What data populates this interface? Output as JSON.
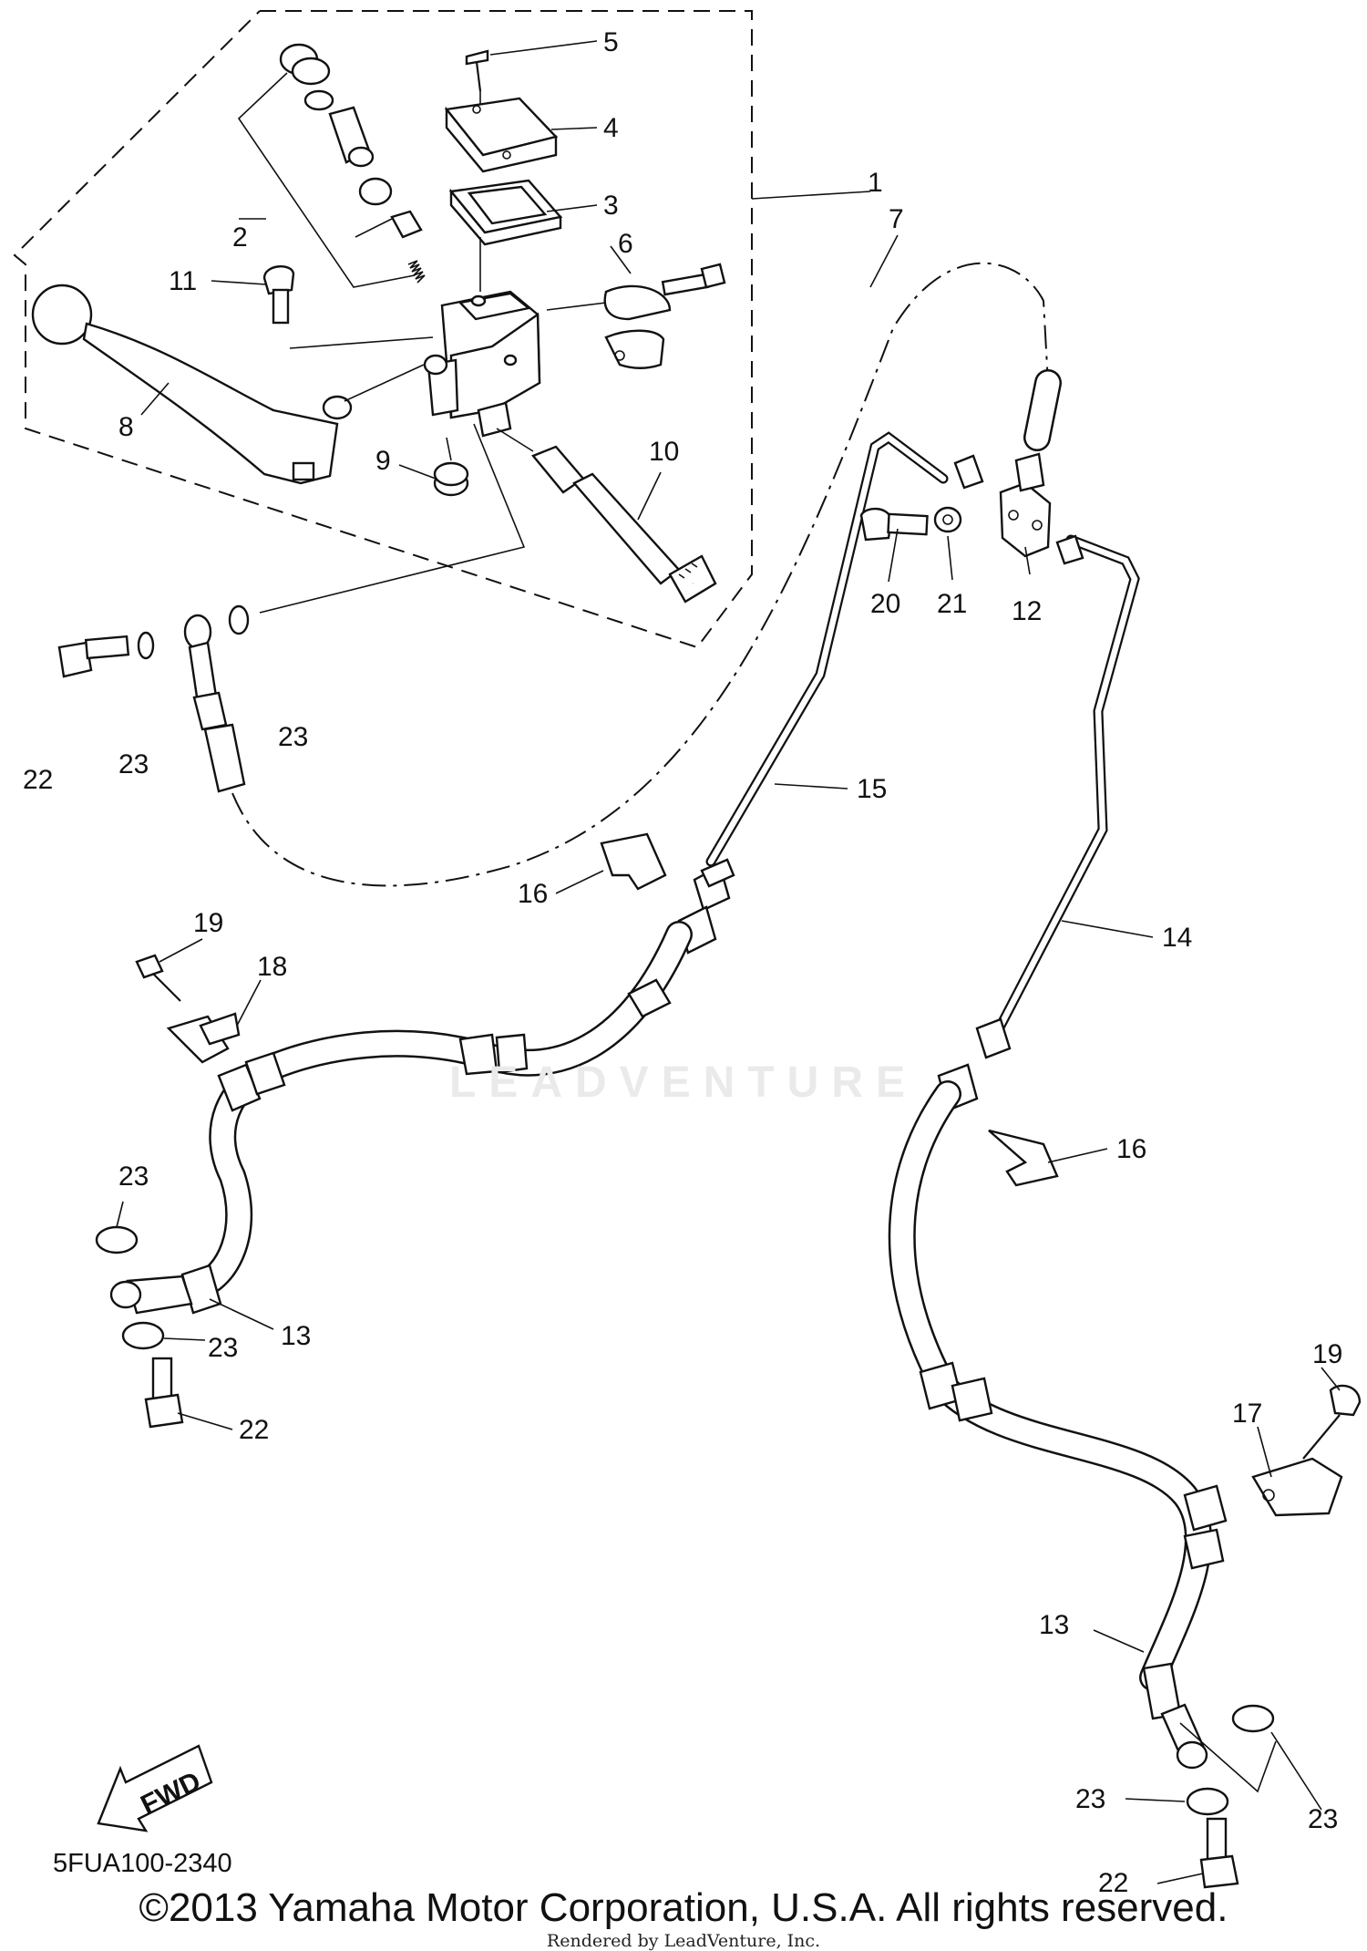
{
  "diagram_code": "5FUA100-2340",
  "copyright": "©2013 Yamaha Motor Corporation, U.S.A. All rights reserved.",
  "rendered_by": "Rendered by LeadVenture, Inc.",
  "watermark": "LEADVENTURE",
  "fwd_label": "FWD",
  "callouts": {
    "c1": "1",
    "c2": "2",
    "c3": "3",
    "c4": "4",
    "c5": "5",
    "c6": "6",
    "c7": "7",
    "c8": "8",
    "c9": "9",
    "c10": "10",
    "c11": "11",
    "c12": "12",
    "c13a": "13",
    "c13b": "13",
    "c14": "14",
    "c15": "15",
    "c16a": "16",
    "c16b": "16",
    "c17": "17",
    "c18": "18",
    "c19a": "19",
    "c19b": "19",
    "c20": "20",
    "c21": "21",
    "c22a": "22",
    "c22b": "22",
    "c22c": "22",
    "c23a": "23",
    "c23b": "23",
    "c23c": "23",
    "c23d": "23",
    "c23e": "23",
    "c23f": "23",
    "c23g": "23"
  },
  "colors": {
    "ink": "#111111",
    "paper": "#ffffff",
    "watermark": "#eaeaea"
  }
}
